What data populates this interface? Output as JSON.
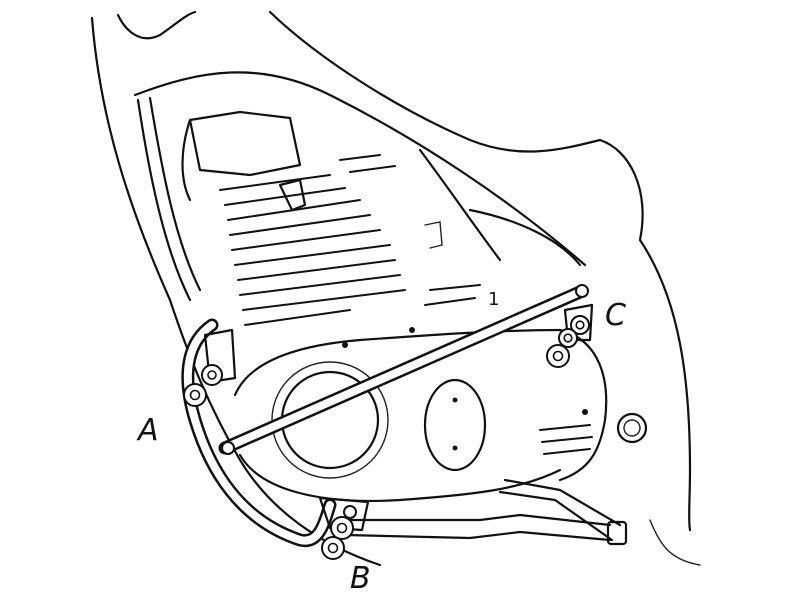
{
  "labels": {
    "a": "A",
    "b": "B",
    "c": "C",
    "cover_mark": "1"
  }
}
